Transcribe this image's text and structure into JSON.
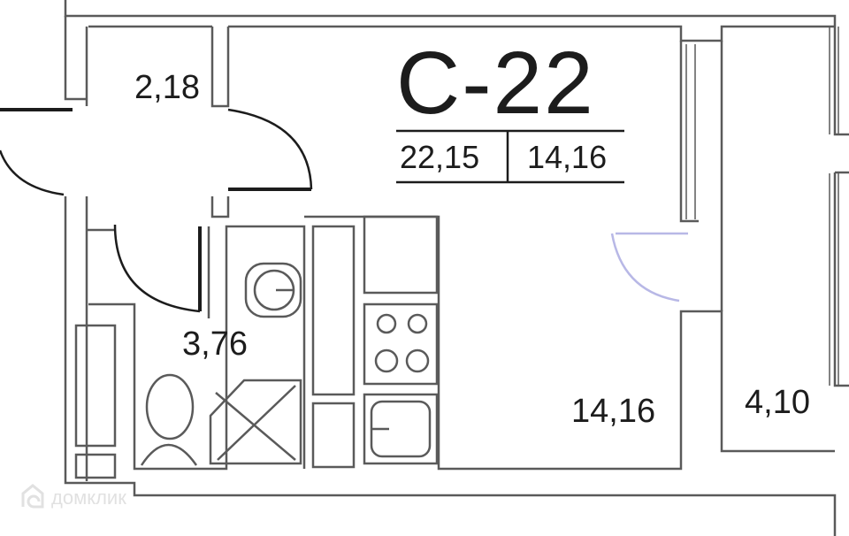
{
  "plan": {
    "apartment_code": "С-22",
    "total_area": "22,15",
    "living_area": "14,16",
    "rooms": [
      {
        "id": "hallway",
        "area": "2,18"
      },
      {
        "id": "bathroom",
        "area": "3,76"
      },
      {
        "id": "living-room",
        "area": "14,16"
      },
      {
        "id": "balcony",
        "area": "4,10"
      }
    ]
  },
  "watermark": {
    "text": "домклик",
    "icon": "domclick-logo-icon"
  },
  "colors": {
    "wall": "#5a5a5a",
    "door_balcony": "#b8b8e6",
    "text": "#1c1c1c",
    "watermark": "#e1e1e1"
  }
}
